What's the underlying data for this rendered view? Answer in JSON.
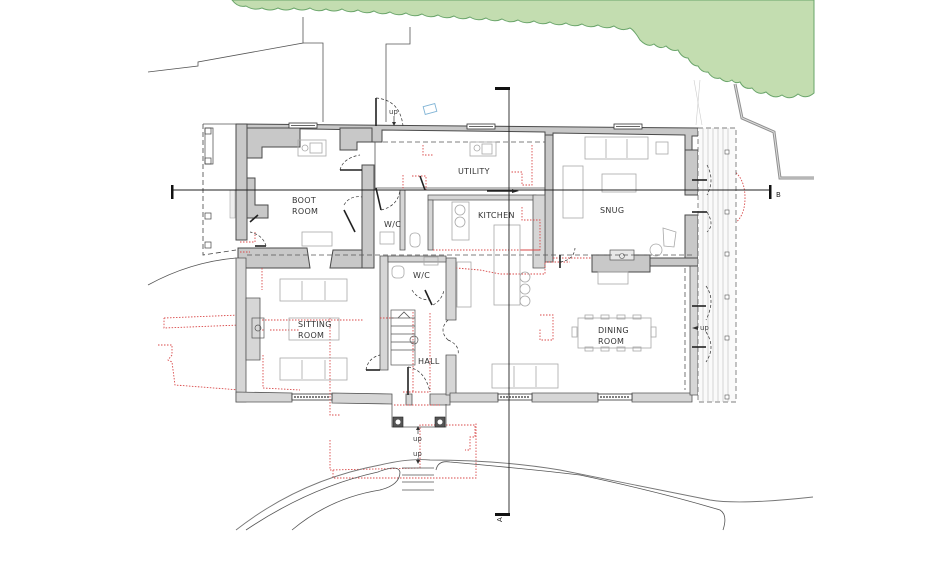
{
  "drawing": {
    "type": "ground floor plan",
    "colors": {
      "walls": "#c8c8c8",
      "existing_outline_red": "#d94a4a",
      "tree_canopy": "#c3ddb0",
      "tree_edge": "#6aa56a",
      "furniture": "#a8a8a8"
    }
  },
  "rooms": {
    "boot_room": {
      "line1": "BOOT",
      "line2": "ROOM"
    },
    "utility": {
      "label": "UTILITY"
    },
    "wc_upper": {
      "label": "W/C"
    },
    "kitchen": {
      "label": "KITCHEN"
    },
    "snug": {
      "label": "SNUG"
    },
    "wc_lower": {
      "label": "W/C"
    },
    "sitting_room": {
      "line1": "SITTING",
      "line2": "ROOM"
    },
    "hall": {
      "label": "HALL"
    },
    "dining_room": {
      "line1": "DINING",
      "line2": "ROOM"
    }
  },
  "annotations": {
    "stair_up_north": "up",
    "stair_up_deck": "up",
    "stair_up_entrance": "up",
    "stair_up_path": "up"
  },
  "section_markers": {
    "a": "A",
    "b": "B"
  }
}
